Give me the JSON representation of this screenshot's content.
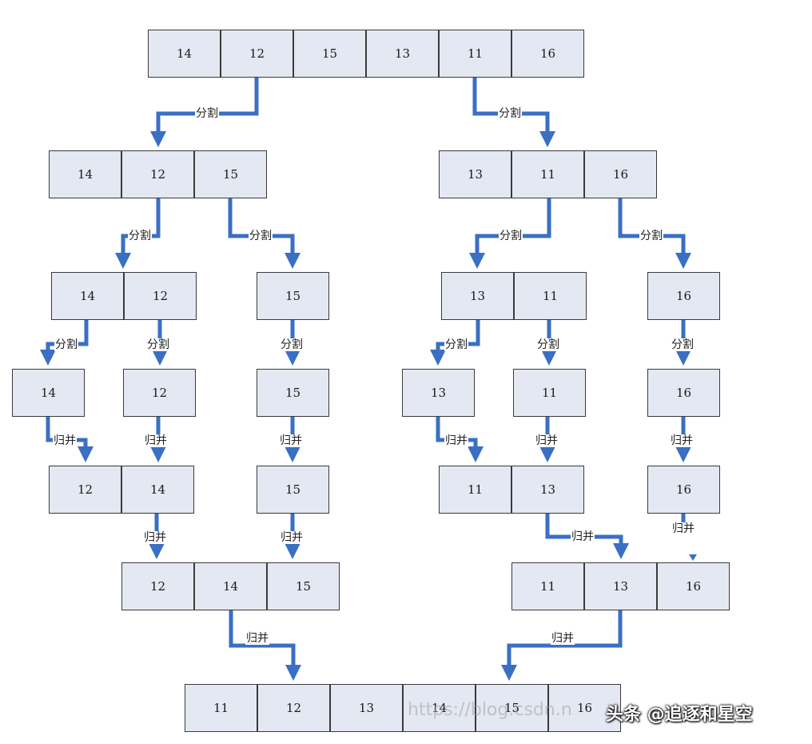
{
  "colors": {
    "cell_fill": "#e4e8f2",
    "cell_border": "#3a3a3a",
    "arrow": "#3a6fc4"
  },
  "split_label": "分割",
  "merge_label": "归并",
  "levels": {
    "root": [
      "14",
      "12",
      "15",
      "13",
      "11",
      "16"
    ],
    "split1_left": [
      "14",
      "12",
      "15"
    ],
    "split1_right": [
      "13",
      "11",
      "16"
    ],
    "split2_a": [
      "14",
      "12"
    ],
    "split2_b": [
      "15"
    ],
    "split2_c": [
      "13",
      "11"
    ],
    "split2_d": [
      "16"
    ],
    "single_1": [
      "14"
    ],
    "single_2": [
      "12"
    ],
    "single_3": [
      "15"
    ],
    "single_4": [
      "13"
    ],
    "single_5": [
      "11"
    ],
    "single_6": [
      "16"
    ],
    "merge1_a": [
      "12",
      "14"
    ],
    "merge1_b": [
      "15"
    ],
    "merge1_c": [
      "11",
      "13"
    ],
    "merge1_d": [
      "16"
    ],
    "merge2_left": [
      "12",
      "14",
      "15"
    ],
    "merge2_right": [
      "11",
      "13",
      "16"
    ],
    "final": [
      "11",
      "12",
      "13",
      "14",
      "15",
      "16"
    ]
  },
  "watermark_url": "https://blog.csdn.n",
  "watermark_source": "头条 @追逐和星空"
}
